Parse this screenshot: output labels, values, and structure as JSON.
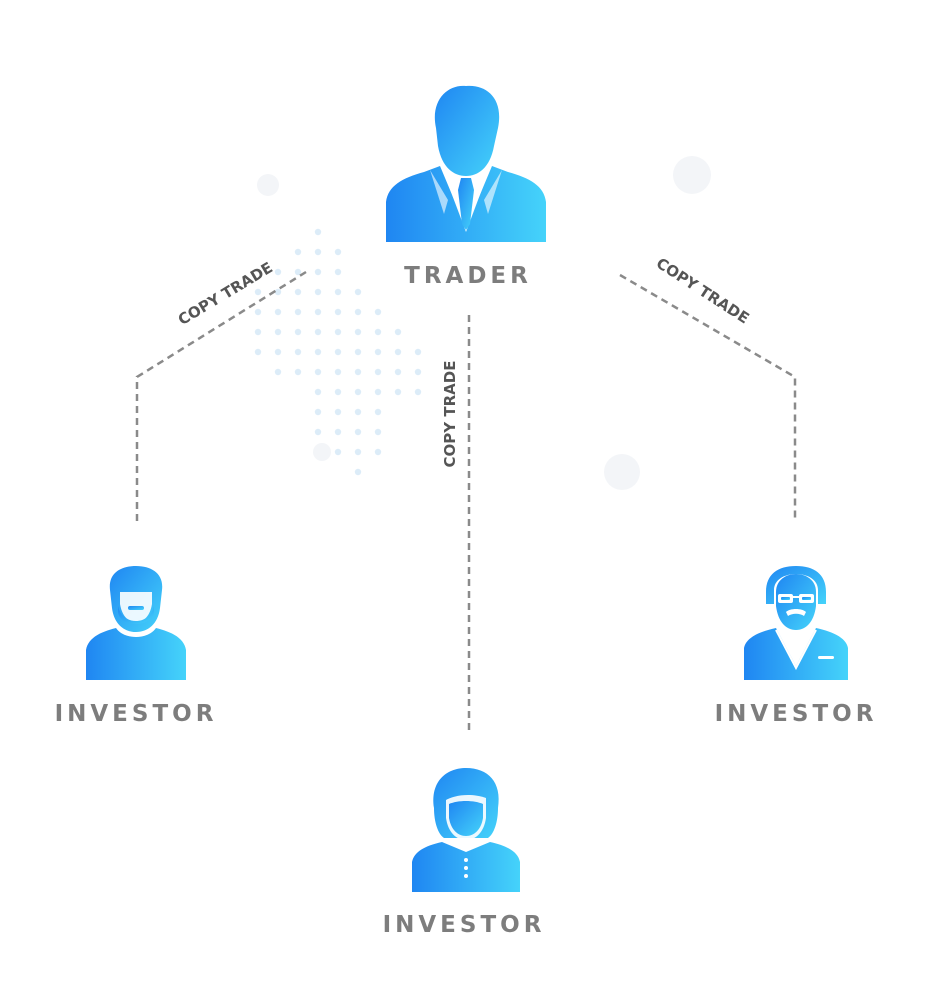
{
  "nodes": {
    "trader": {
      "label": "TRADER"
    },
    "investor_left": {
      "label": "INVESTOR"
    },
    "investor_center": {
      "label": "INVESTOR"
    },
    "investor_right": {
      "label": "INVESTOR"
    }
  },
  "edges": {
    "left": {
      "label": "COPY TRADE"
    },
    "center": {
      "label": "COPY TRADE"
    },
    "right": {
      "label": "COPY TRADE"
    }
  },
  "colors": {
    "icon_gradient_start": "#1f86f2",
    "icon_gradient_end": "#45d3fa",
    "label_gray": "#7d7d7d",
    "connector_gray": "#8a8a8a"
  }
}
